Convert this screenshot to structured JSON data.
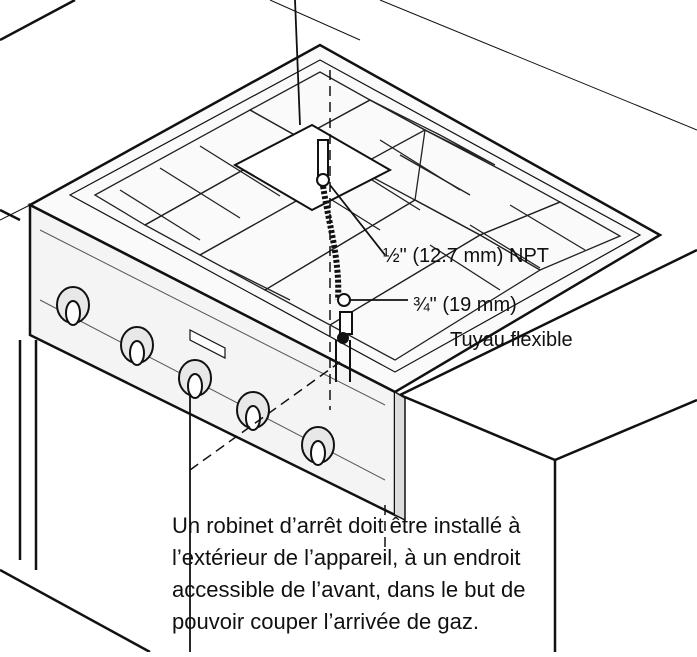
{
  "callouts": {
    "pipe_fitting": "½\" (12.7 mm) NPT",
    "hose_size": "¾\" (19 mm)",
    "hose_label": "Tuyau flexible"
  },
  "instruction": {
    "line1": "Un robinet d’arrêt doit être installé  à",
    "line2": "l’extérieur de l’appareil, à un endroit",
    "line3": "accessible de l’avant, dans le but de",
    "line4": "pouvoir couper l’arrivée de gaz."
  },
  "colors": {
    "line": "#111111",
    "background": "#ffffff"
  }
}
